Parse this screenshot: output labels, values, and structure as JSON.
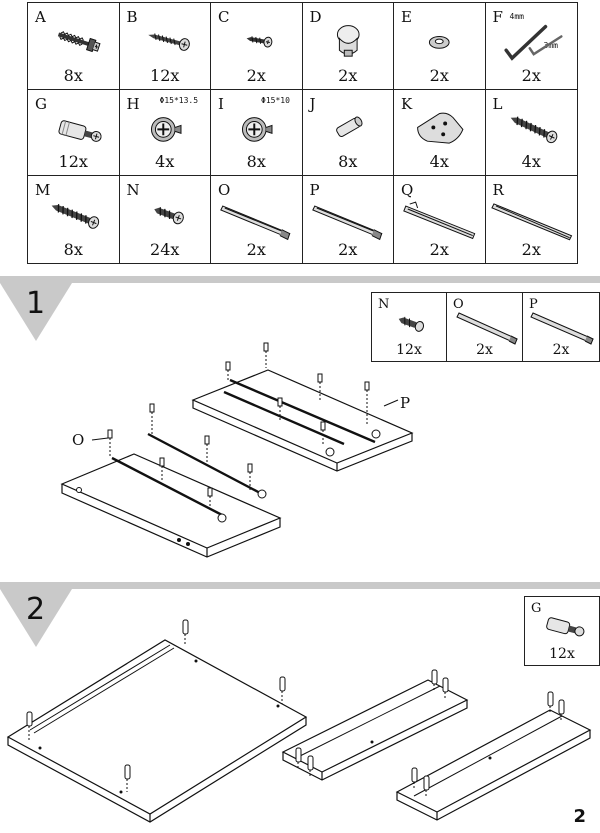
{
  "parts": [
    {
      "letter": "A",
      "qty": "8x",
      "icon": "cam-bolt-screw-icon"
    },
    {
      "letter": "B",
      "qty": "12x",
      "icon": "wood-screw-icon"
    },
    {
      "letter": "C",
      "qty": "2x",
      "icon": "small-screw-icon"
    },
    {
      "letter": "D",
      "qty": "2x",
      "icon": "knob-icon"
    },
    {
      "letter": "E",
      "qty": "2x",
      "icon": "washer-icon"
    },
    {
      "letter": "F",
      "qty": "2x",
      "icon": "allen-key-icon",
      "spec1": "4mm",
      "spec2": "3mm"
    },
    {
      "letter": "G",
      "qty": "12x",
      "icon": "dowel-connector-icon"
    },
    {
      "letter": "H",
      "qty": "4x",
      "icon": "cam-lock-icon",
      "spec1": "Φ15*13.5"
    },
    {
      "letter": "I",
      "qty": "8x",
      "icon": "cam-lock-icon",
      "spec1": "Φ15*10"
    },
    {
      "letter": "J",
      "qty": "8x",
      "icon": "wooden-dowel-icon"
    },
    {
      "letter": "K",
      "qty": "4x",
      "icon": "mounting-plate-icon"
    },
    {
      "letter": "L",
      "qty": "4x",
      "icon": "long-screw-icon"
    },
    {
      "letter": "M",
      "qty": "8x",
      "icon": "long-screw-icon"
    },
    {
      "letter": "N",
      "qty": "24x",
      "icon": "short-screw-icon"
    },
    {
      "letter": "O",
      "qty": "2x",
      "icon": "drawer-rail-icon"
    },
    {
      "letter": "P",
      "qty": "2x",
      "icon": "drawer-rail-icon"
    },
    {
      "letter": "Q",
      "qty": "2x",
      "icon": "drawer-rail-icon"
    },
    {
      "letter": "R",
      "qty": "2x",
      "icon": "drawer-rail-icon"
    }
  ],
  "step1": {
    "number": "1",
    "inset": [
      {
        "letter": "N",
        "qty": "12x"
      },
      {
        "letter": "O",
        "qty": "2x"
      },
      {
        "letter": "P",
        "qty": "2x"
      }
    ],
    "callout_o": "O",
    "callout_p": "P"
  },
  "step2": {
    "number": "2",
    "inset": [
      {
        "letter": "G",
        "qty": "12x"
      }
    ]
  },
  "page_number": "2"
}
